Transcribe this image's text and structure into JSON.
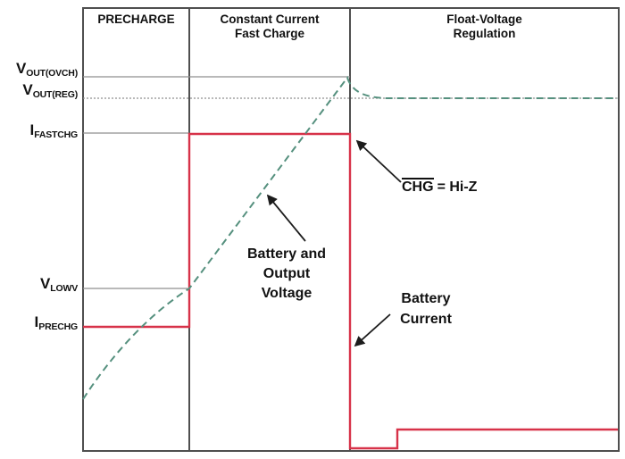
{
  "phases": {
    "precharge": "PRECHARGE",
    "fast_charge": [
      "Constant Current",
      "Fast Charge"
    ],
    "float_regulation": [
      "Float-Voltage",
      "Regulation"
    ]
  },
  "y_labels": {
    "vout_ovch": {
      "base": "V",
      "sub": "OUT(OVCH)"
    },
    "vout_reg": {
      "base": "V",
      "sub": "OUT(REG)"
    },
    "i_fastchg": {
      "base": "I",
      "sub": "FASTCHG"
    },
    "v_lowv": {
      "base": "V",
      "sub": "LOWV"
    },
    "i_prechg": {
      "base": "I",
      "sub": "PRECHG"
    }
  },
  "annotations": {
    "chg_overline": "CHG",
    "chg_rest": "= Hi-Z",
    "battery_voltage": [
      "Battery and",
      "Output",
      "Voltage"
    ],
    "battery_current": [
      "Battery",
      "Current"
    ]
  },
  "colors": {
    "current_trace": "#d73249",
    "voltage_trace": "#55907e",
    "grid": "#8f8f8f",
    "frame": "#4f4f4f",
    "arrow": "#1c1c1c",
    "text": "#111111"
  },
  "chart_data": {
    "type": "line",
    "title": "",
    "x_axis": {
      "label": "",
      "unit": "time (no scale shown)",
      "phase_boundaries": [
        "PRECHARGE / Constant Current Fast Charge",
        "Constant Current Fast Charge / Float-Voltage Regulation"
      ]
    },
    "y_reference_levels": [
      {
        "name": "VOUT(OVCH)",
        "applies_to": "voltage",
        "line_style": "solid gray, spans precharge + fast-charge"
      },
      {
        "name": "VOUT(REG)",
        "applies_to": "voltage",
        "line_style": "dotted gray, spans full width"
      },
      {
        "name": "IFASTCHG",
        "applies_to": "current",
        "line_style": "solid gray, spans precharge"
      },
      {
        "name": "VLOWV",
        "applies_to": "voltage",
        "line_style": "solid gray, spans precharge"
      },
      {
        "name": "IPRECHG",
        "applies_to": "current",
        "line_style": "red level during precharge"
      }
    ],
    "series": [
      {
        "name": "Battery Current",
        "style": "solid red step waveform",
        "profile": [
          {
            "phase": "PRECHARGE",
            "value": "IPRECHG"
          },
          {
            "phase": "Constant Current Fast Charge",
            "value": "IFASTCHG"
          },
          {
            "phase": "Float-Voltage Regulation",
            "value": "drops to 0, then small top-off step near end of phase"
          }
        ]
      },
      {
        "name": "Battery and Output Voltage",
        "style": "dashed green curve",
        "profile": [
          {
            "phase": "PRECHARGE",
            "value": "rises from low level up to VLOWV"
          },
          {
            "phase": "Constant Current Fast Charge",
            "value": "ramps approximately linearly from VLOWV to VOUT(OVCH)"
          },
          {
            "phase": "Float-Voltage Regulation",
            "value": "decays from VOUT(OVCH) and settles at VOUT(REG)"
          }
        ]
      }
    ],
    "annotations": [
      "CHG = Hi-Z (points to current drop at start of float regulation)",
      "Battery and Output Voltage (points to dashed curve)",
      "Battery Current (points to red trace)"
    ]
  }
}
